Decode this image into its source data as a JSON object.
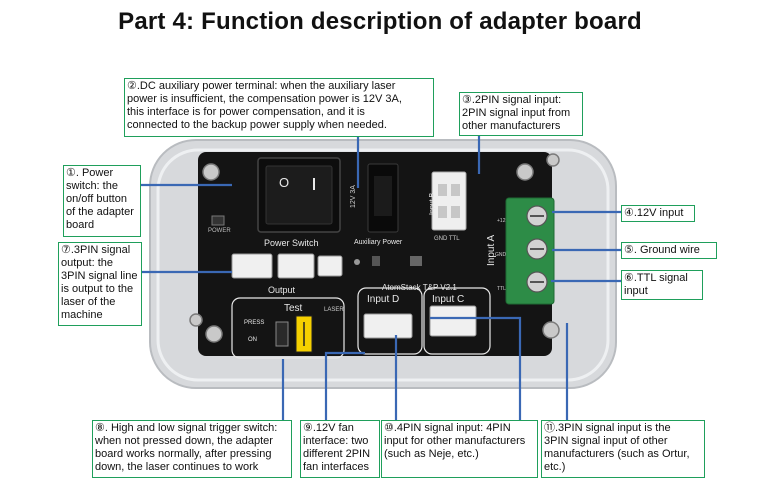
{
  "title": "Part 4: Function description of adapter board",
  "board": {
    "power_switch_label": "Power Switch",
    "power_silk": "POWER",
    "aux_power_label": "Auxiliary Power",
    "aux_rating": "12V 3A",
    "input_b_label": "Input B",
    "gnd_ttl_label": "GND TTL",
    "input_a_label": "Input A",
    "output_label": "Output",
    "brand_label": "AtomStack T&P V2.1",
    "input_d_label": "Input D",
    "input_c_label": "Input C",
    "test_label": "Test",
    "press_label": "PRESS",
    "on_label": "ON",
    "laser_label": "LASER",
    "pin_12v": "+12",
    "pin_gnd": "GND",
    "pin_ttl": "TTL"
  },
  "callouts": {
    "c1": [
      "①. Power",
      "switch: the",
      "on/off button",
      "of the adapter",
      "board"
    ],
    "c2": [
      "②.DC auxiliary power terminal: when the auxiliary laser",
      "power is insufficient, the compensation power is 12V 3A,",
      "this interface is for power compensation, and it is",
      "connected to the backup power supply when needed."
    ],
    "c3": [
      "③.2PIN signal input:",
      "2PIN signal input from",
      "other manufacturers"
    ],
    "c4": [
      "④.12V input"
    ],
    "c5": [
      "⑤. Ground wire"
    ],
    "c6": [
      "⑥.TTL signal",
      "input"
    ],
    "c7": [
      "⑦.3PIN signal",
      "output: the",
      "3PIN signal line",
      "is output to the",
      "laser of the",
      "machine"
    ],
    "c8": [
      "⑧. High and low signal trigger switch:",
      "when not pressed down, the adapter",
      "board works normally, after pressing",
      "down, the laser continues to work"
    ],
    "c9": [
      "⑨.12V fan",
      "interface: two",
      "different 2PIN",
      "fan interfaces"
    ],
    "c10": [
      "⑩.4PIN signal input: 4PIN",
      "input for other manufacturers",
      "(such as Neje, etc.)"
    ],
    "c11": [
      "⑪.3PIN signal input is the",
      "3PIN signal input of other",
      "manufacturers (such as Ortur,",
      "etc.)"
    ]
  }
}
